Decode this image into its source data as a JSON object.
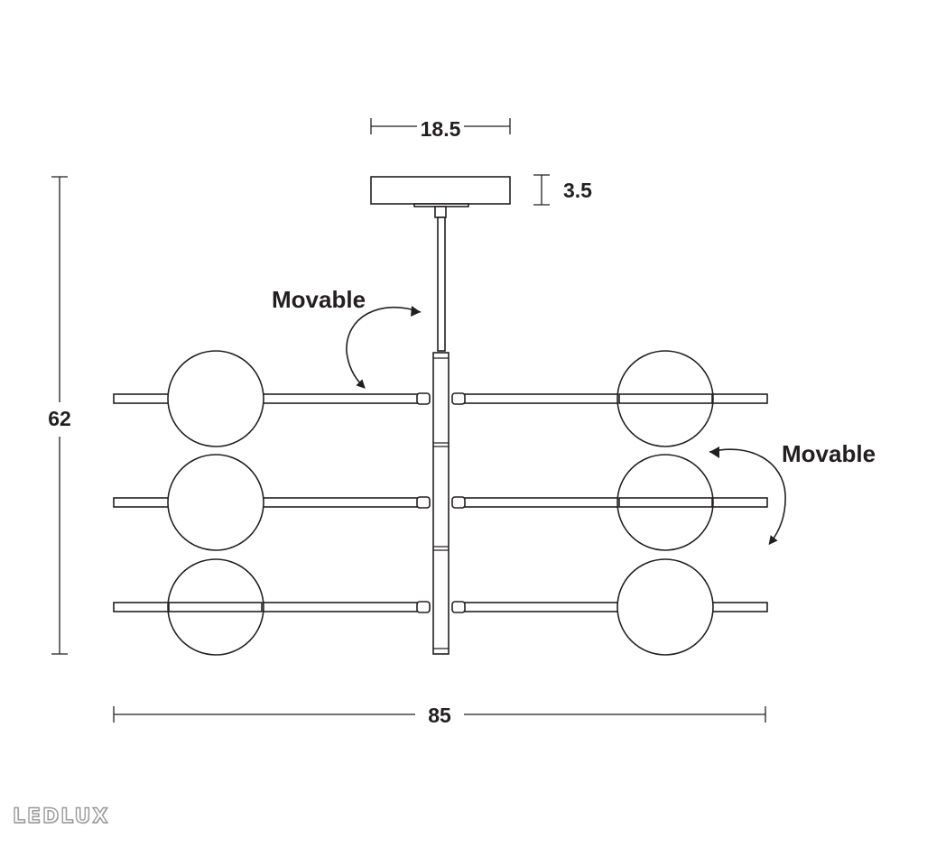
{
  "dimensions": {
    "canopy_width": "18.5",
    "canopy_height": "3.5",
    "total_height": "62",
    "total_width": "85"
  },
  "annotations": {
    "movable_upper": "Movable",
    "movable_lower": "Movable"
  },
  "watermark": {
    "text": "LEDLUX"
  },
  "colors": {
    "stroke": "#231f20",
    "background": "#ffffff"
  }
}
